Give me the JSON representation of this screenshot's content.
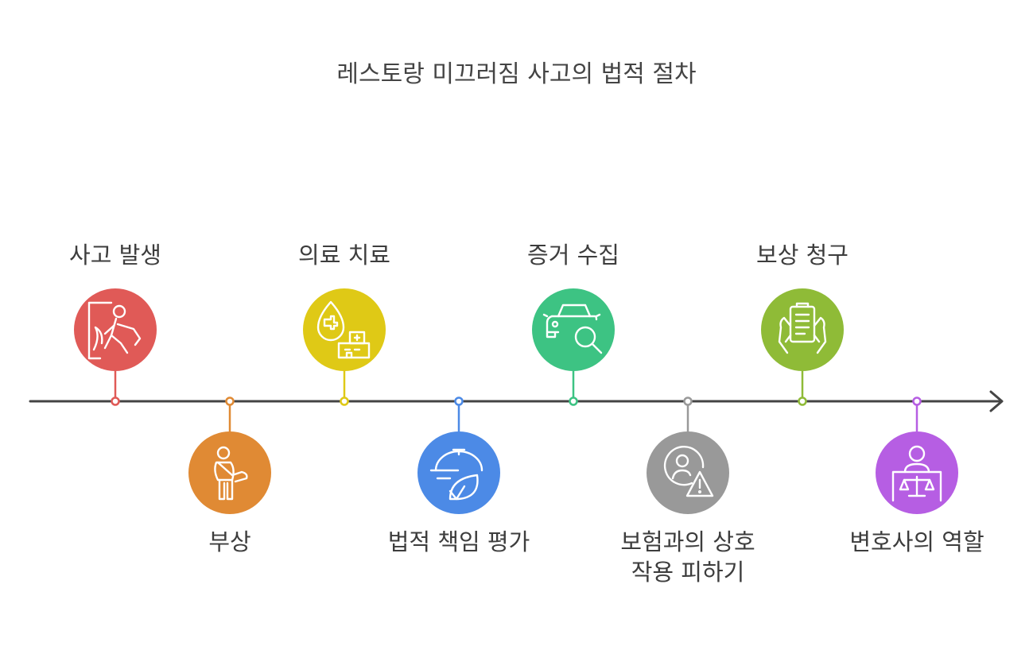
{
  "title": "레스토랑 미끄러짐 사고의 법적 절차",
  "steps": [
    {
      "label": "사고 발생",
      "position": "top",
      "color": "#e05a57",
      "icon": "slip-fall-icon"
    },
    {
      "label": "부상",
      "position": "bottom",
      "color": "#e08a34",
      "icon": "injured-person-icon"
    },
    {
      "label": "의료 치료",
      "position": "top",
      "color": "#dfc916",
      "icon": "medical-hospital-icon"
    },
    {
      "label": "법적 책임 평가",
      "position": "bottom",
      "color": "#4c8ae6",
      "icon": "cloche-leaf-icon"
    },
    {
      "label": "증거 수집",
      "position": "top",
      "color": "#3dc383",
      "icon": "car-search-icon"
    },
    {
      "label": "보험과의 상호 작용 피하기",
      "label_lines": [
        "보험과의 상호",
        "작용 피하기"
      ],
      "position": "bottom",
      "color": "#999999",
      "icon": "person-warning-icon"
    },
    {
      "label": "보상 청구",
      "position": "top",
      "color": "#8fbb37",
      "icon": "clipboard-hands-icon"
    },
    {
      "label": "변호사의 역할",
      "position": "bottom",
      "color": "#b65ee3",
      "icon": "lawyer-scales-icon"
    }
  ]
}
